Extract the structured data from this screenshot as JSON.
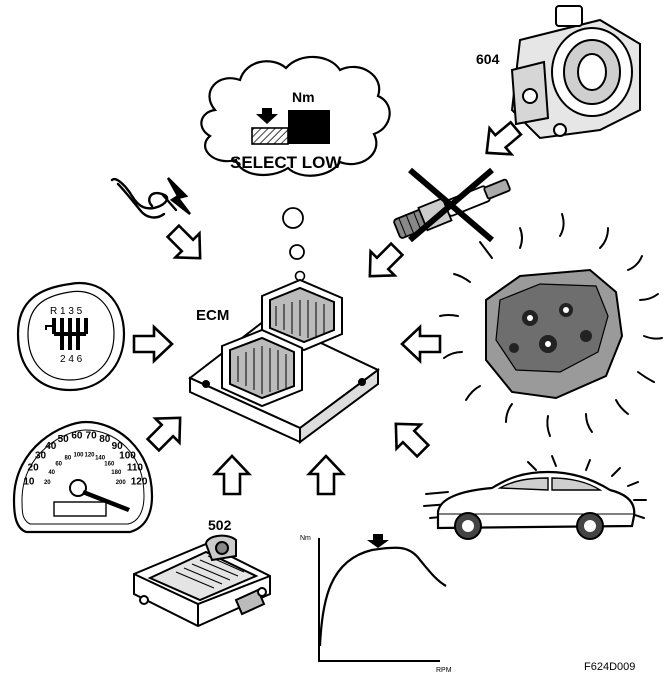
{
  "labels": {
    "ecm": "ECM",
    "ref_604": "604",
    "ref_502": "502",
    "torque_unit": "Nm",
    "select_low": "SELECT LOW",
    "figure_code": "F624D009"
  },
  "shift_gate": {
    "top_numbers": "R 1 3 5",
    "bottom_numbers": "2 4 6"
  },
  "speedometer": {
    "outer_scale": [
      "10",
      "20",
      "30",
      "40",
      "50",
      "60",
      "70",
      "80",
      "90",
      "100",
      "110",
      "120"
    ],
    "inner_scale": [
      "20",
      "40",
      "60",
      "80",
      "100",
      "120",
      "140",
      "160",
      "180",
      "200"
    ]
  },
  "torque_curve": {
    "y_axis_label": "Nm",
    "x_axis_label": "RPM"
  },
  "colors": {
    "ink": "#000000",
    "paper": "#ffffff",
    "shade": "#8a8a8a"
  },
  "icons": [
    "throttle-body-icon",
    "spark-plug-crossed-icon",
    "kickdown-switch-icon",
    "gear-shift-knob-icon",
    "speedometer-icon",
    "tcm-module-icon",
    "engine-icon",
    "car-icon",
    "torque-curve-icon",
    "ecm-icon",
    "thought-cloud-icon"
  ]
}
